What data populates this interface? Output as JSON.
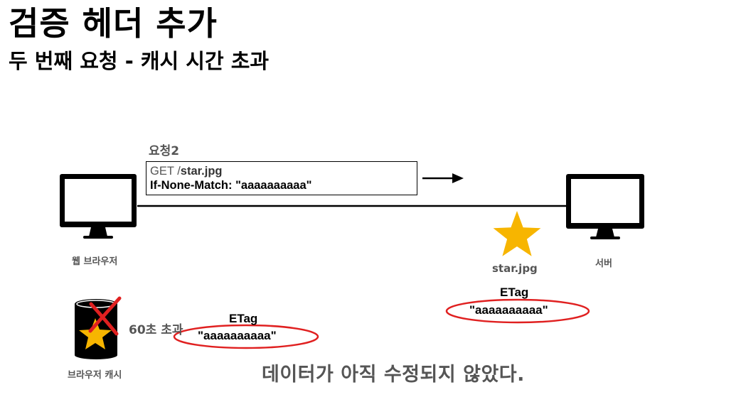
{
  "header": {
    "title": "검증 헤더 추가",
    "subtitle": "두 번째 요청 - 캐시 시간 초과"
  },
  "request": {
    "label": "요청2",
    "line1_method": "GET /",
    "line1_path": "star.jpg",
    "line2": "If-None-Match: \"aaaaaaaaaa\""
  },
  "client": {
    "label": "웹 브라우저"
  },
  "server": {
    "label": "서버",
    "file_label": "star.jpg",
    "etag_title": "ETag",
    "etag_value": "\"aaaaaaaaaa\""
  },
  "cache": {
    "label": "브라우저 캐시",
    "timeout_label": "60초 초과",
    "etag_title": "ETag",
    "etag_value": "\"aaaaaaaaaa\""
  },
  "footer": {
    "message": "데이터가 아직 수정되지 않았다."
  },
  "colors": {
    "star": "#f7b500",
    "highlight_ellipse": "#e02020",
    "cross": "#e02020",
    "text_gray": "#555555"
  }
}
